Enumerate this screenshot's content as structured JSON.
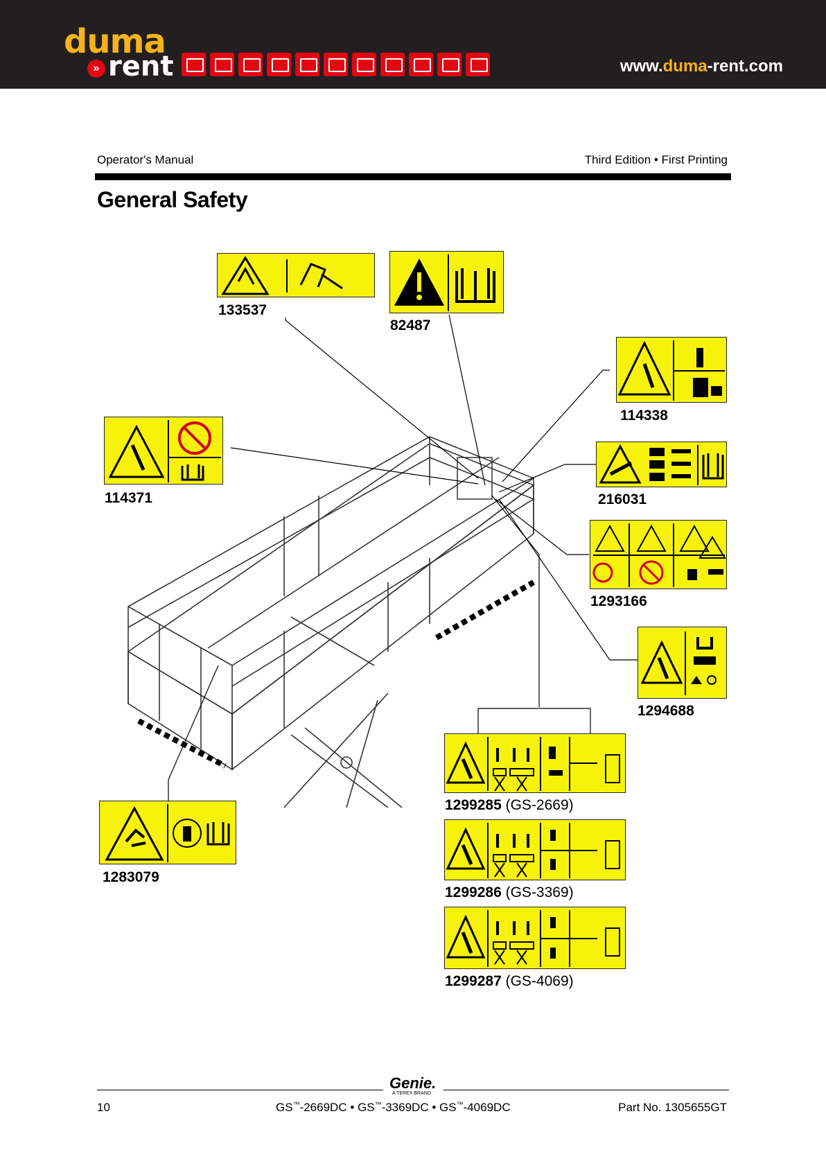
{
  "banner": {
    "logo_top": "duma",
    "logo_bottom": "rent",
    "logo_arrow": "»",
    "url_pre": "www.",
    "url_hl": "duma",
    "url_post": "-rent.com",
    "brand_color": "#f5b21b",
    "accent_color": "#e30613"
  },
  "header": {
    "left": "Operator's Manual",
    "right": "Third Edition • First Printing"
  },
  "title": "General Safety",
  "decals": [
    {
      "id": "133537",
      "model": ""
    },
    {
      "id": "82487",
      "model": ""
    },
    {
      "id": "114338",
      "model": ""
    },
    {
      "id": "114371",
      "model": ""
    },
    {
      "id": "216031",
      "model": ""
    },
    {
      "id": "1293166",
      "model": ""
    },
    {
      "id": "1294688",
      "model": ""
    },
    {
      "id": "1283079",
      "model": ""
    },
    {
      "id": "1299285",
      "model": "(GS-2669)"
    },
    {
      "id": "1299286",
      "model": "(GS-3369)"
    },
    {
      "id": "1299287",
      "model": "(GS-4069)"
    }
  ],
  "decal_color": "#f7f20a",
  "footer": {
    "brand": "Genie.",
    "brand_sub": "A TEREX BRAND",
    "page": "10",
    "model_1": "GS",
    "model_2": "-2669DC • GS",
    "model_3": "-3369DC • GS",
    "model_4": "-4069DC",
    "tm": "™",
    "part": "Part No. 1305655GT"
  }
}
